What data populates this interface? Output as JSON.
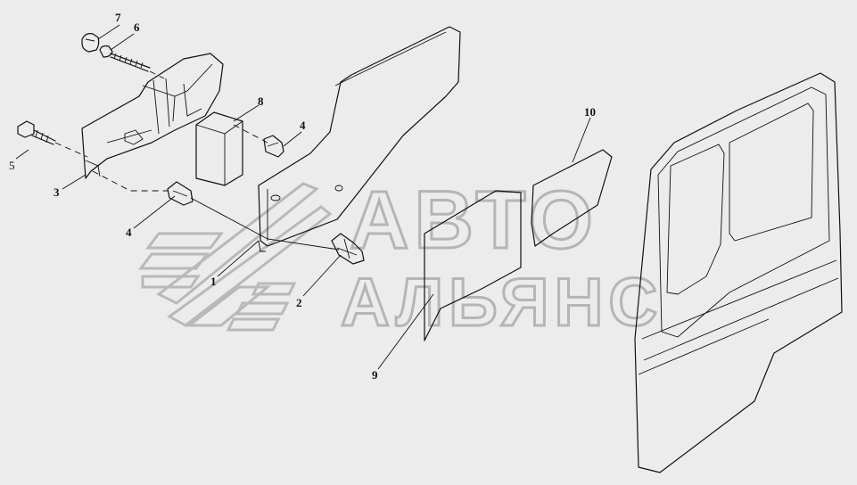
{
  "watermark": {
    "line1": "АВТО",
    "line2": "АЛЬЯНС",
    "color": "#b5b5b5"
  },
  "background_color": "#ececec",
  "callouts": [
    {
      "id": "c1",
      "label": "1"
    },
    {
      "id": "c2",
      "label": "2"
    },
    {
      "id": "c3",
      "label": "3"
    },
    {
      "id": "c4a",
      "label": "4"
    },
    {
      "id": "c4b",
      "label": "4"
    },
    {
      "id": "c5",
      "label": "5"
    },
    {
      "id": "c6",
      "label": "6"
    },
    {
      "id": "c7",
      "label": "7"
    },
    {
      "id": "c8",
      "label": "8"
    },
    {
      "id": "c9",
      "label": "9"
    },
    {
      "id": "c10",
      "label": "10"
    }
  ]
}
